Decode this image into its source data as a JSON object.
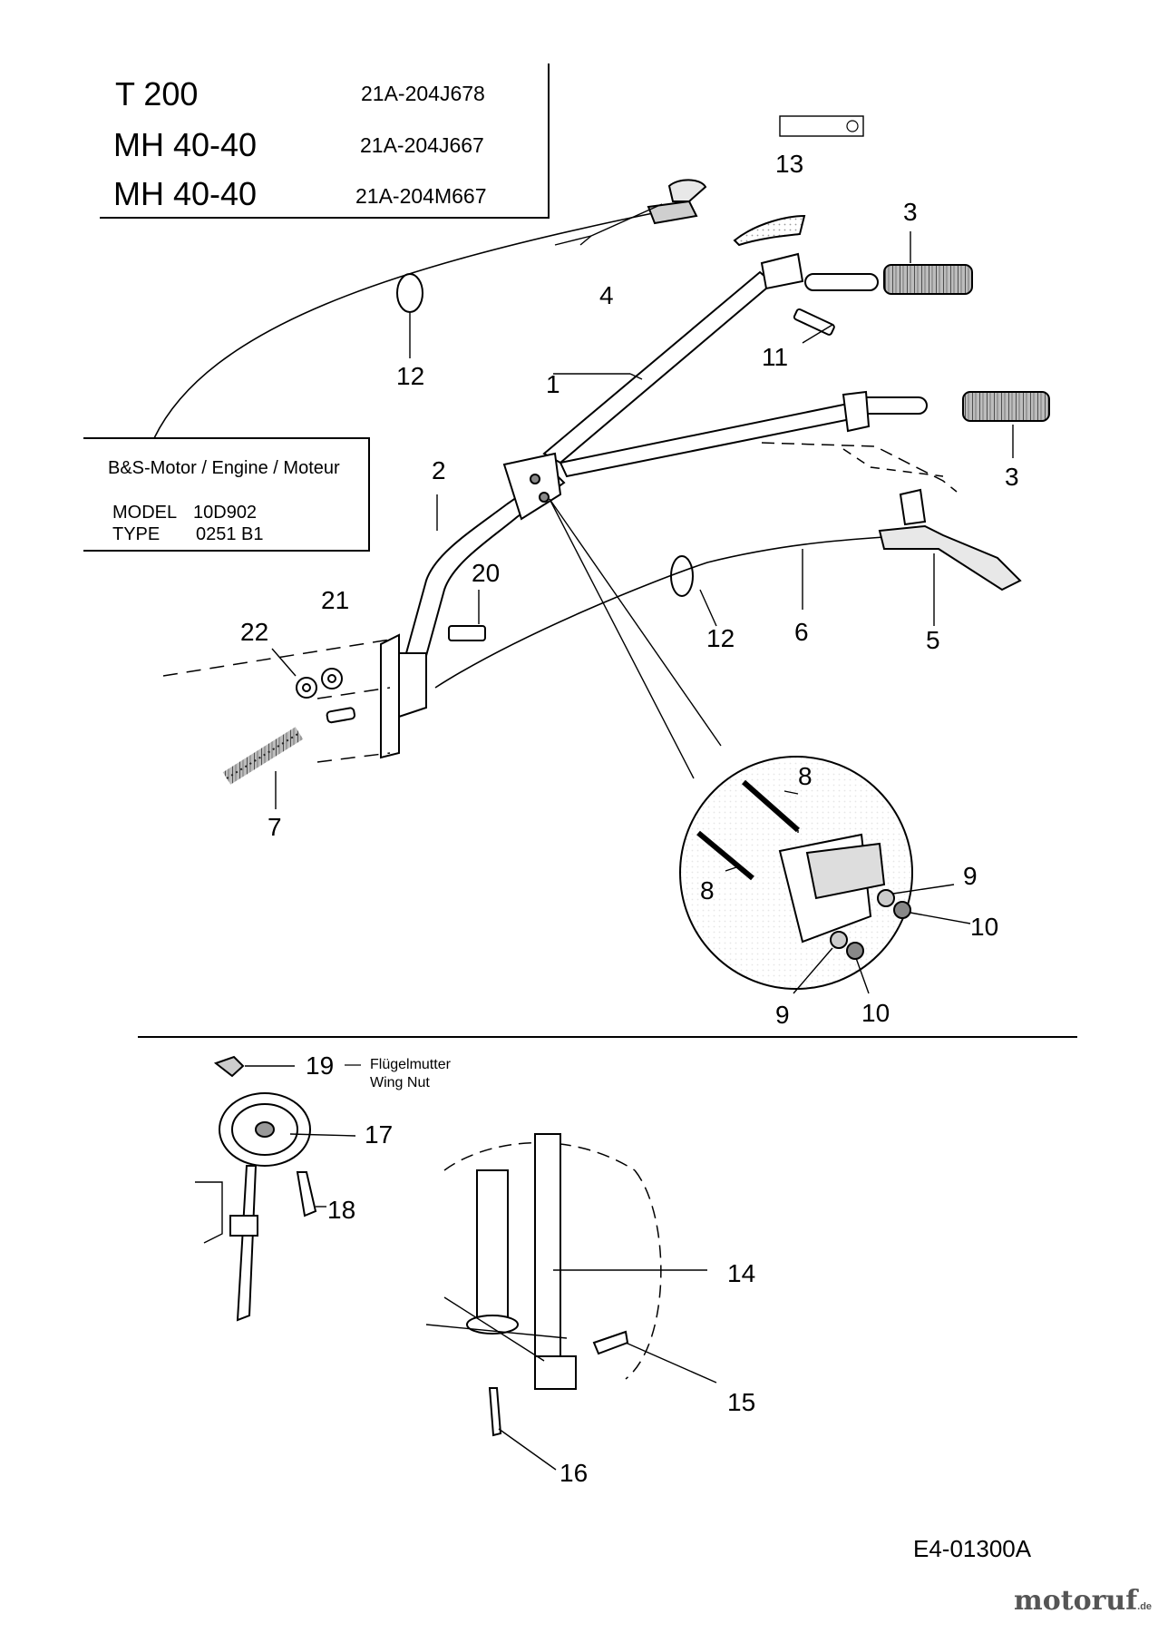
{
  "header": {
    "models": [
      {
        "model": "T 200",
        "part_number": "21A-204J678"
      },
      {
        "model": "MH 40-40",
        "part_number": "21A-204J667"
      },
      {
        "model": "MH 40-40",
        "part_number": "21A-204M667"
      }
    ]
  },
  "engine_box": {
    "title": "B&S-Motor / Engine / Moteur",
    "model_label": "MODEL",
    "model_value": "10D902",
    "type_label": "TYPE",
    "type_value": "0251 B1"
  },
  "callouts": [
    "1",
    "2",
    "3",
    "3",
    "4",
    "5",
    "6",
    "7",
    "8",
    "8",
    "9",
    "9",
    "10",
    "10",
    "11",
    "12",
    "12",
    "13",
    "14",
    "15",
    "16",
    "17",
    "18",
    "19",
    "20",
    "21",
    "22"
  ],
  "wing_nut": {
    "de": "Flügelmutter",
    "en": "Wing Nut"
  },
  "diagram_number": "E4-01300A",
  "logo": {
    "text": "motoruf",
    "suffix": ".de"
  }
}
